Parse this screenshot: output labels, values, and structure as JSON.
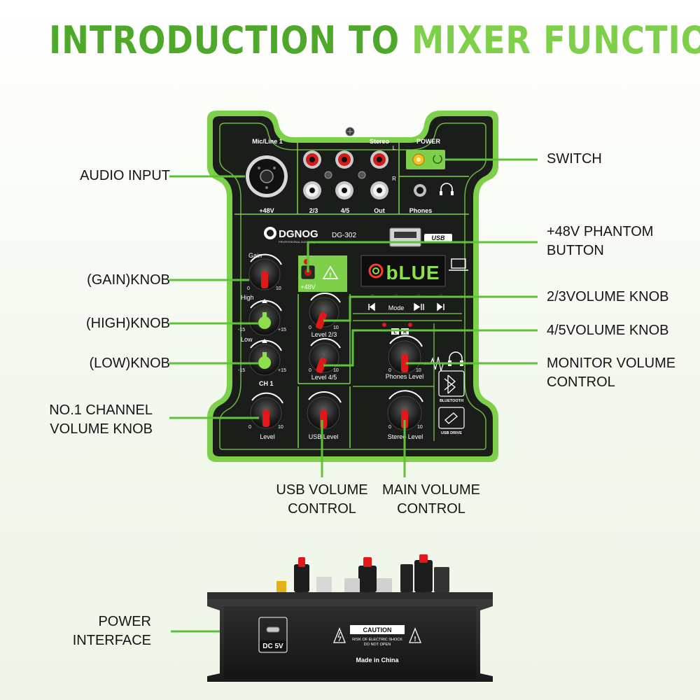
{
  "title": {
    "part1": "INTRODUCTION TO",
    "part2": "MIXER FUNCTIONS"
  },
  "callouts": {
    "audio_input": "AUDIO INPUT",
    "gain_knob": "(GAIN)KNOB",
    "high_knob": "(HIGH)KNOB",
    "low_knob": "(LOW)KNOB",
    "ch1_volume_l1": "NO.1 CHANNEL",
    "ch1_volume_l2": "VOLUME KNOB",
    "switch": "SWITCH",
    "phantom_l1": "+48V PHANTOM",
    "phantom_l2": "BUTTON",
    "vol23": "2/3VOLUME KNOB",
    "vol45": "4/5VOLUME KNOB",
    "monitor_l1": "MONITOR VOLUME",
    "monitor_l2": "CONTROL",
    "usb_vol_l1": "USB VOLUME",
    "usb_vol_l2": "CONTROL",
    "main_vol_l1": "MAIN VOLUME",
    "main_vol_l2": "CONTROL",
    "power_if_l1": "POWER",
    "power_if_l2": "INTERFACE"
  },
  "panel": {
    "mic_line": "Mic/Line 1",
    "plus48v_jack": "+48V",
    "jack23": "2/3",
    "jack45": "4/5",
    "out": "Out",
    "stereo": "Stereo",
    "L": "L",
    "R": "R",
    "power": "POWER",
    "phones": "Phones",
    "brand": "DGNOG",
    "brand_sub": "PROFESSIONAL AUDIO EQUIPMENT",
    "model": "DG-302",
    "usb": "USB",
    "display": "bLUE",
    "gain": "Gain",
    "high": "High",
    "low": "Low",
    "ch1": "CH 1",
    "level": "Level",
    "level23": "Level 2/3",
    "level45": "Level 4/5",
    "usb_level": "USB Level",
    "phones_level": "Phones Level",
    "stereo_level": "Stereo Level",
    "mode": "Mode",
    "plus48v_btn": "+48V",
    "bluetooth": "BLUETOOTH",
    "usb_drive": "USB DRIVE",
    "scale_min": "0",
    "scale_max": "10",
    "eq_min": "-15",
    "eq_max": "+15",
    "lr_l": "L",
    "lr_r": "R"
  },
  "side": {
    "caution": "CAUTION",
    "warn1": "RISK OF ELECTRIC SHOCK",
    "warn2": "DO NOT OPEN",
    "made_in": "Made in China",
    "dc": "DC 5V"
  },
  "colors": {
    "title_dark_green": "#4ea82a",
    "title_light_green": "#7ed04b",
    "panel_green": "#7ed04b",
    "panel_black": "#1b1d1b",
    "leader_green": "#5fc23a",
    "knob_red": "#e0181a",
    "knob_green": "#8ee04a"
  }
}
